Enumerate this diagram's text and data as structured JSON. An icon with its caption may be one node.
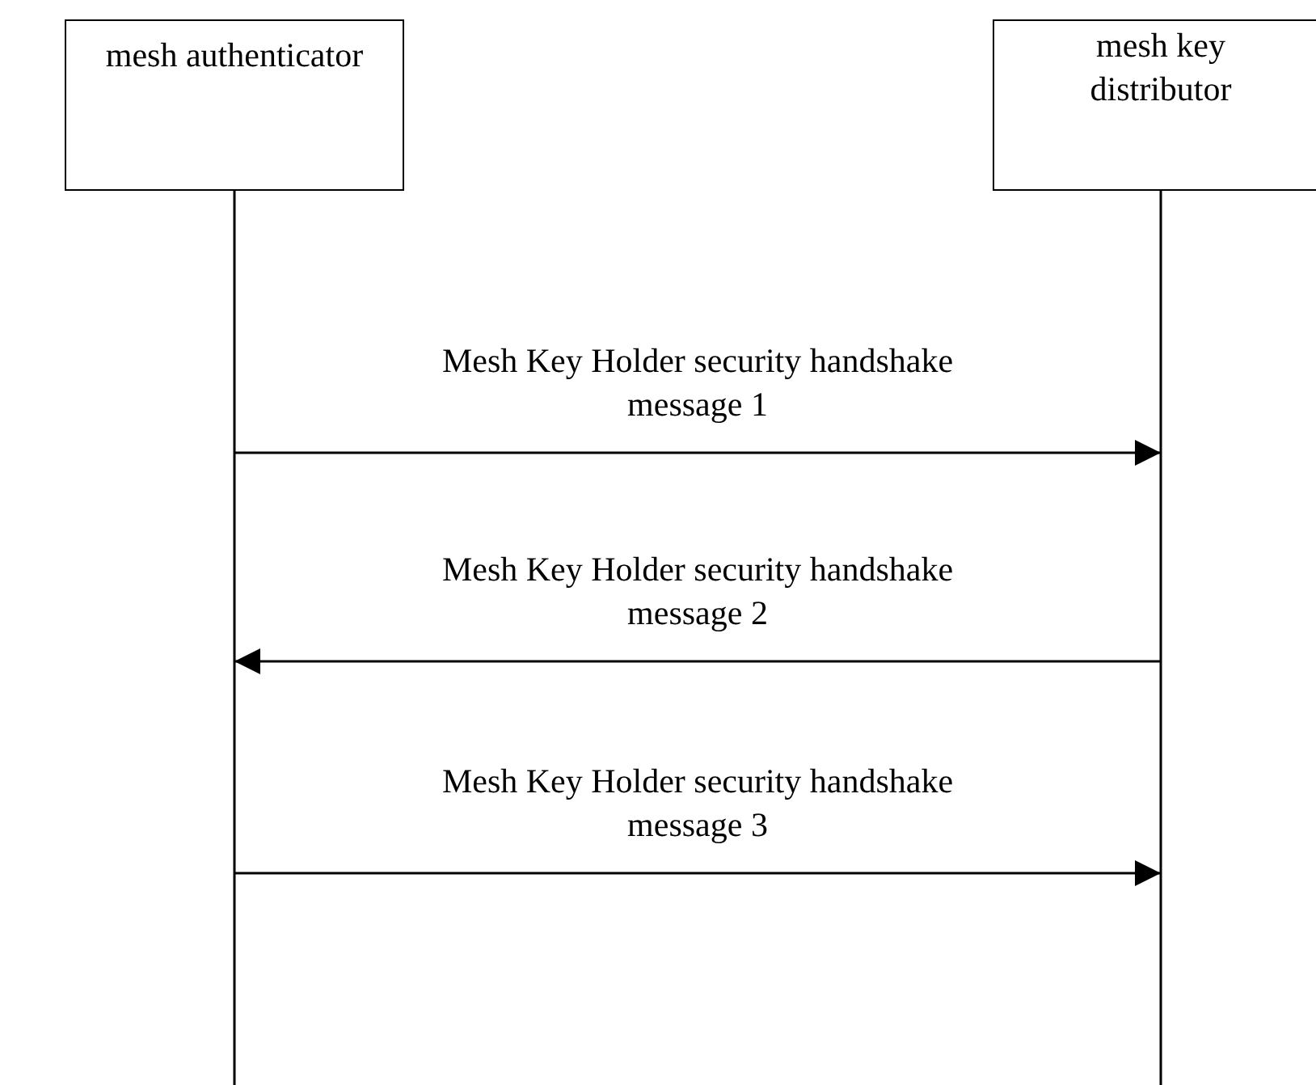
{
  "diagram": {
    "nodes": [
      {
        "text": [
          "mesh authenticator"
        ]
      },
      {
        "text": [
          "mesh key distributor"
        ]
      }
    ],
    "edges": [
      {
        "from": 0,
        "to": 1,
        "arrow": "to",
        "label": "Mesh Key Holder security handshake message 1"
      },
      {
        "from": 1,
        "to": 0,
        "arrow": "to",
        "label": "Mesh Key Holder security handshake message 2"
      },
      {
        "from": 0,
        "to": 1,
        "arrow": "to",
        "label": "Mesh Key Holder security handshake message 3"
      }
    ]
  }
}
